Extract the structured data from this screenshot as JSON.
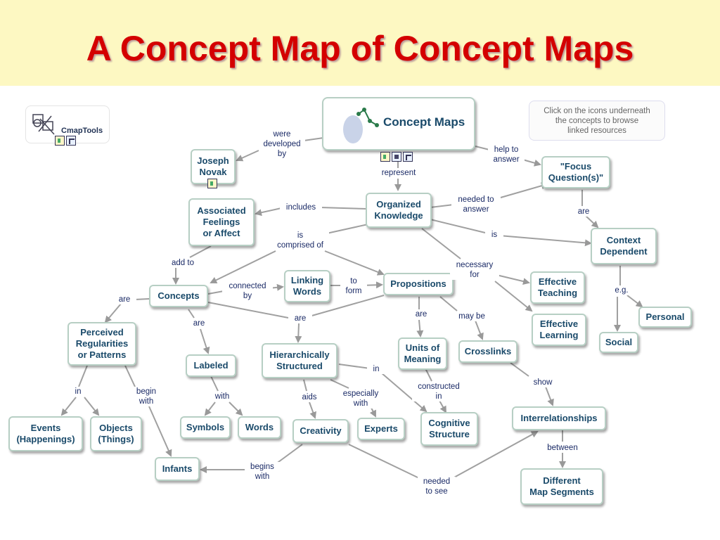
{
  "title": "A Concept Map of Concept Maps",
  "logo": {
    "text": "CmapTools",
    "icons": [
      "document-icon",
      "concept-map-icon"
    ]
  },
  "note": "Click on the icons underneath\nthe concepts to browse\nlinked resources",
  "main_concept": "Concept Maps",
  "concepts": {
    "joseph_novak": "Joseph\nNovak",
    "focus_question": "\"Focus\nQuestion(s)\"",
    "organized_knowledge": "Organized\nKnowledge",
    "associated_feelings": "Associated\nFeelings\nor Affect",
    "context_dependent": "Context\nDependent",
    "linking_words": "Linking\nWords",
    "propositions": "Propositions",
    "concepts": "Concepts",
    "effective_teaching": "Effective\nTeaching",
    "effective_learning": "Effective\nLearning",
    "personal": "Personal",
    "social": "Social",
    "perceived_regularities": "Perceived\nRegularities\nor Patterns",
    "hierarchically_structured": "Hierarchically\nStructured",
    "units_of_meaning": "Units of\nMeaning",
    "crosslinks": "Crosslinks",
    "labeled": "Labeled",
    "events": "Events\n(Happenings)",
    "objects": "Objects\n(Things)",
    "symbols": "Symbols",
    "words": "Words",
    "creativity": "Creativity",
    "experts": "Experts",
    "cognitive_structure": "Cognitive\nStructure",
    "interrelationships": "Interrelationships",
    "infants": "Infants",
    "different_map_segments": "Different\nMap Segments"
  },
  "links": {
    "were_developed_by": "were\ndeveloped\nby",
    "help_to_answer": "help to\nanswer",
    "represent": "represent",
    "includes": "includes",
    "needed_to_answer": "needed to\nanswer",
    "are_1": "are",
    "is_1": "is",
    "is_comprised_of": "is\ncomprised of",
    "add_to": "add to",
    "necessary_for": "necessary\nfor",
    "connected_by": "connected\nby",
    "to_form": "to\nform",
    "eg": "e.g.",
    "are_2": "are",
    "are_3": "are",
    "are_4": "are",
    "are_5": "are",
    "may_be": "may be",
    "in_1": "in",
    "begin_with": "begin\nwith",
    "in_2": "in",
    "constructed_in": "constructed\nin",
    "show": "show",
    "with": "with",
    "aids": "aids",
    "especially_with": "especially\nwith",
    "between": "between",
    "begins_with": "begins\nwith",
    "needed_to_see": "needed\nto see"
  }
}
